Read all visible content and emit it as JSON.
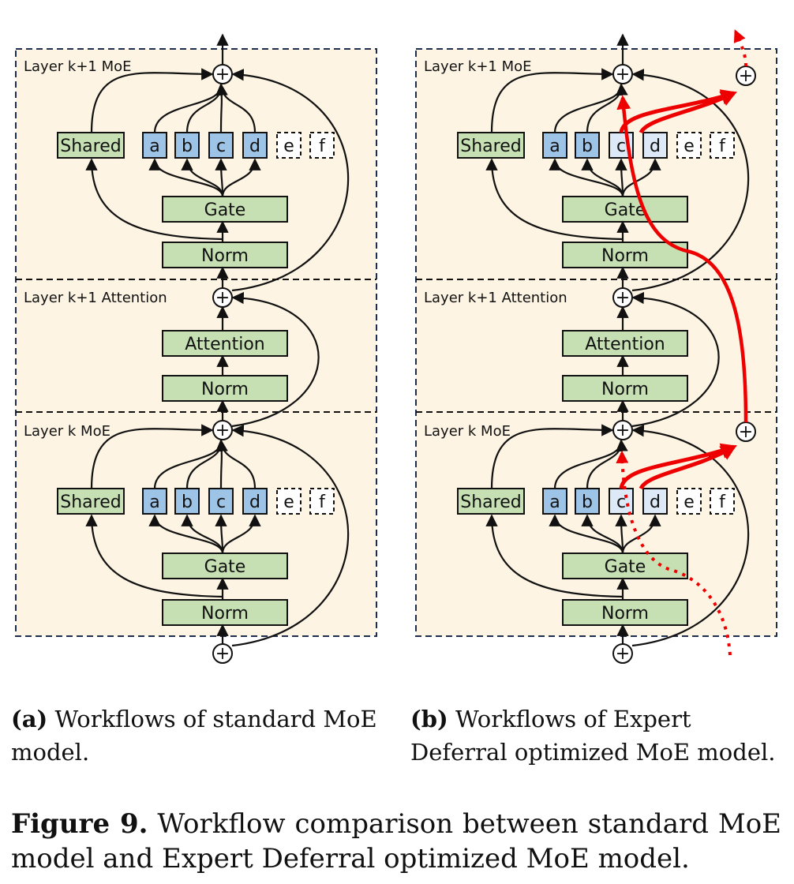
{
  "panel_a": {
    "layers": [
      "Layer k+1 MoE",
      "Layer k+1 Attention",
      "Layer k MoE"
    ],
    "shared": "Shared",
    "experts": [
      "a",
      "b",
      "c",
      "d"
    ],
    "inactive_experts": [
      "e",
      "f"
    ],
    "gate": "Gate",
    "norm": "Norm",
    "attention": "Attention",
    "plus": "+"
  },
  "panel_b": {
    "layers": [
      "Layer k+1 MoE",
      "Layer k+1 Attention",
      "Layer k MoE"
    ],
    "shared": "Shared",
    "experts": [
      "a",
      "b"
    ],
    "deferred_experts": [
      "c",
      "d"
    ],
    "inactive_experts": [
      "e",
      "f"
    ],
    "gate": "Gate",
    "norm": "Norm",
    "attention": "Attention",
    "plus": "+"
  },
  "captions": {
    "a_label": "(a)",
    "a_text": "Workflows of standard MoE model.",
    "b_label": "(b)",
    "b_text": "Workflows of Expert Deferral optimized MoE model.",
    "figure_label": "Figure 9.",
    "figure_text": "Workflow comparison between standard MoE model and Expert Deferral optimized MoE model."
  },
  "colors": {
    "panel_bg": "#fdf4e3",
    "green": "#c6e0b4",
    "blue": "#9dc3e6",
    "light_blue": "#dde9f6",
    "red": "#ee0000"
  }
}
